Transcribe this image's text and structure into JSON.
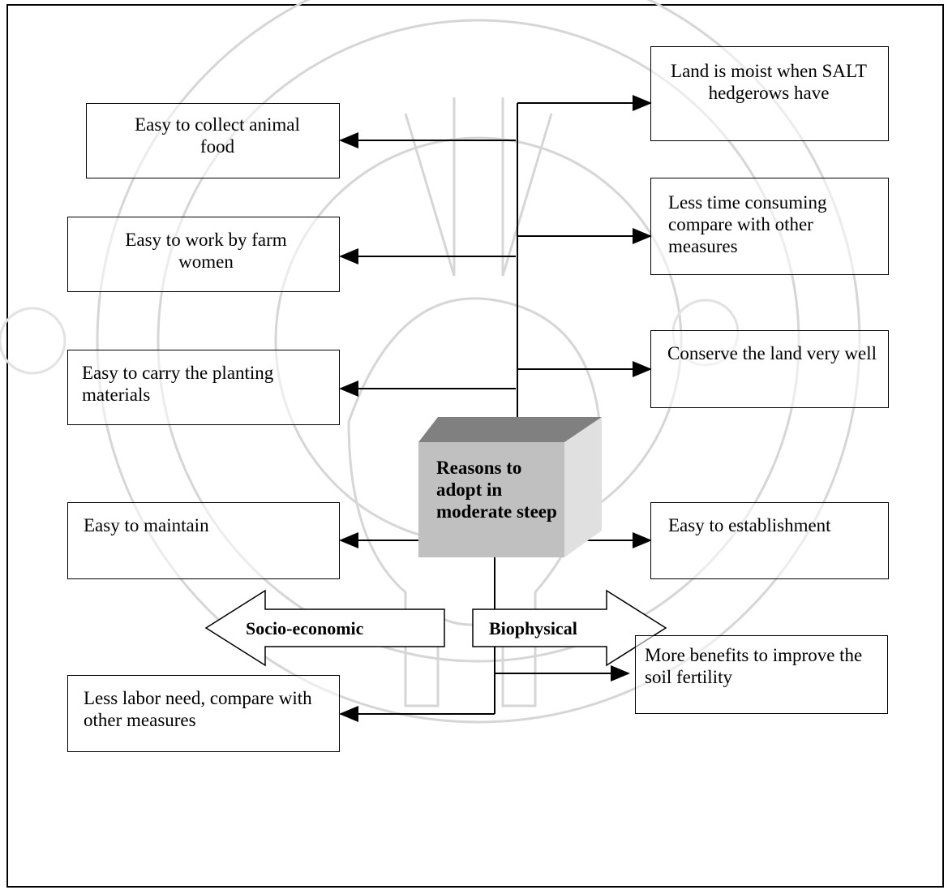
{
  "diagram": {
    "center": "Reasons to adopt in moderate steep",
    "socio_economic": {
      "label": "Socio-economic",
      "items": [
        "Easy to collect animal food",
        "Easy to work by farm women",
        "Easy to carry the planting materials",
        "Easy to maintain",
        "Less labor need, compare with other measures"
      ]
    },
    "biophysical": {
      "label": "Biophysical",
      "items": [
        "Land is moist when SALT hedgerows have",
        "Less time consuming compare with other measures",
        "Conserve the land very well",
        "Easy to establishment",
        "More benefits to improve the soil fertility"
      ]
    }
  }
}
